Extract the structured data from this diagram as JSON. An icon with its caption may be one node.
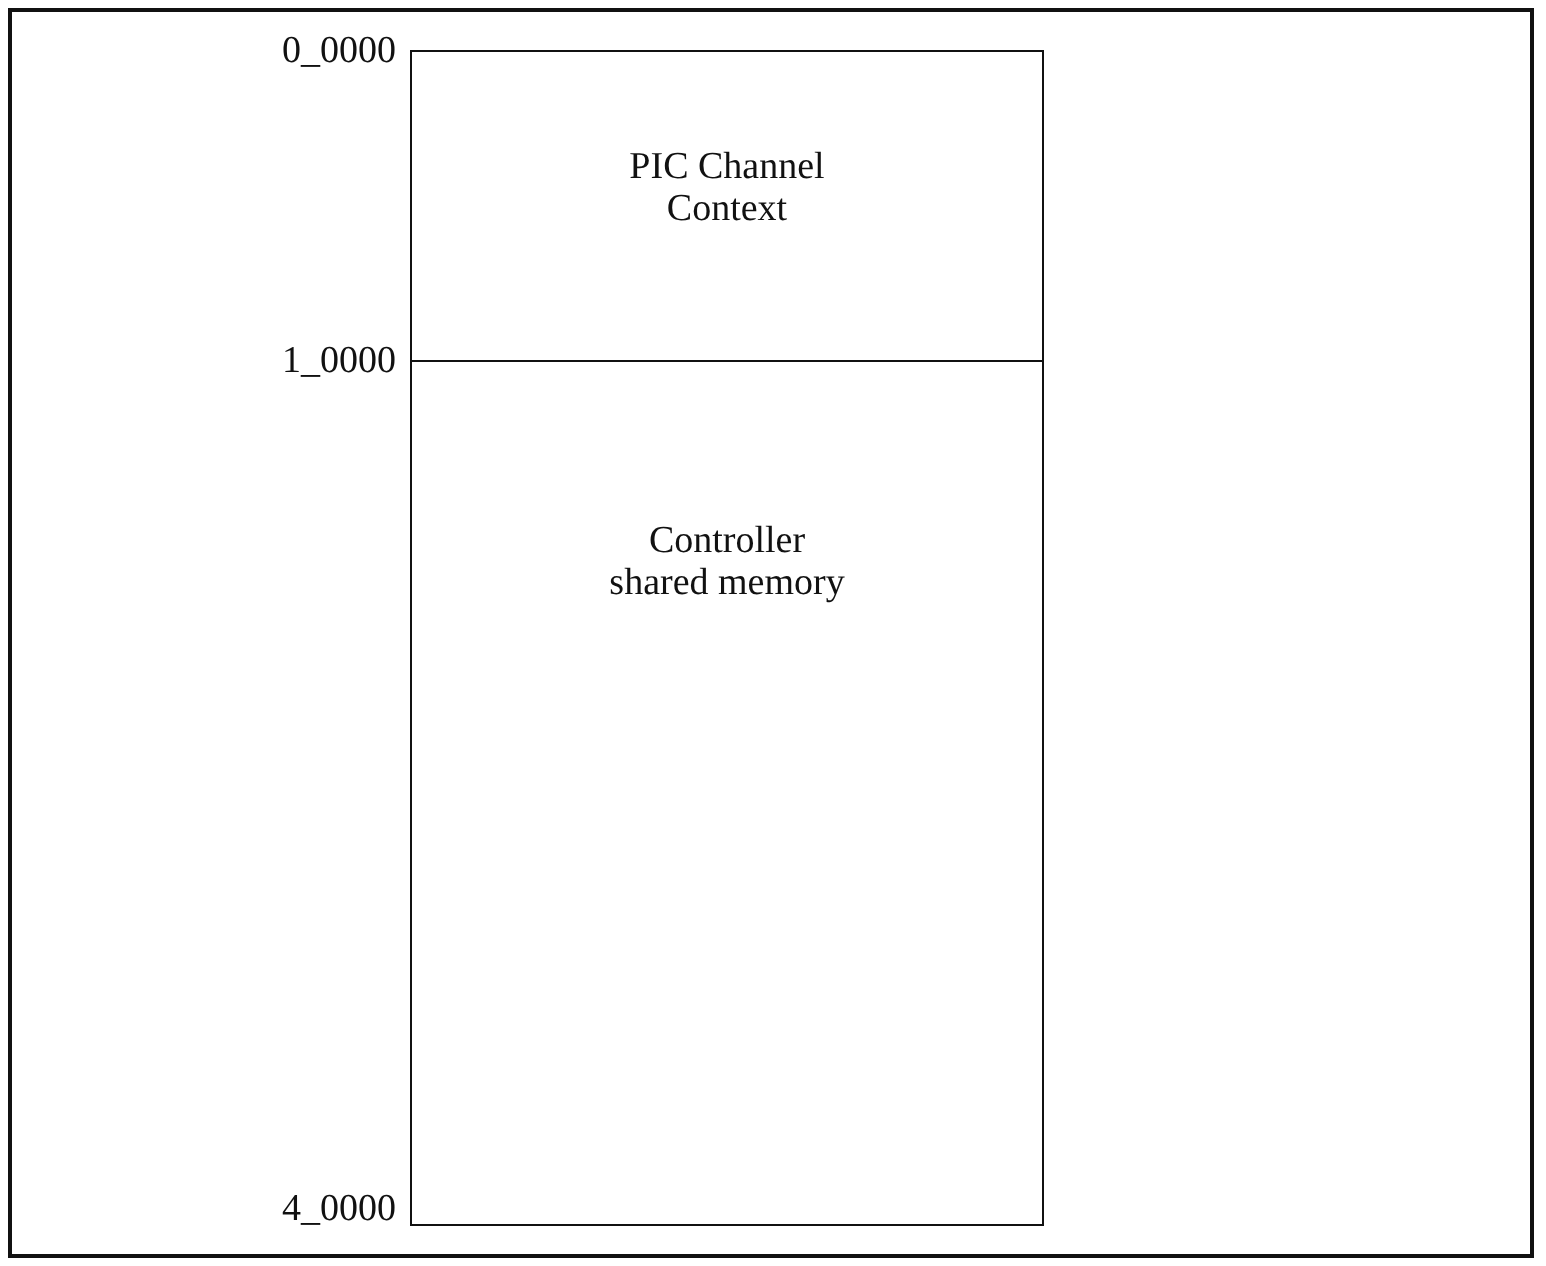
{
  "diagram": {
    "nodes": [
      {
        "text": [
          "PIC Channel Context"
        ]
      },
      {
        "text": [
          "Controller shared memory"
        ]
      }
    ],
    "edges": [],
    "labels": [
      "0_0000",
      "1_0000",
      "4_0000"
    ]
  }
}
